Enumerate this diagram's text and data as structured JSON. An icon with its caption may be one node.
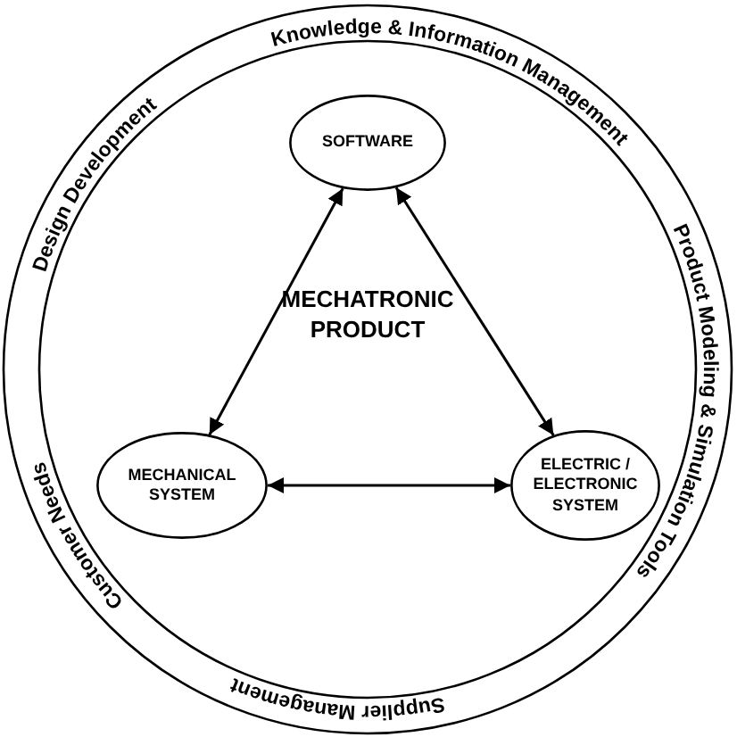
{
  "diagram": {
    "nodes": [
      {
        "text": [
          "Design Development",
          "Knowledge & Information Management",
          "Product Modeling & Simulation Tools",
          "Customer Needs",
          "Supplier Management"
        ]
      },
      {
        "text": [
          "SOFTWARE"
        ],
        "in": 0
      },
      {
        "text": [
          "MECHANICAL SYSTEM"
        ],
        "in": 0
      },
      {
        "text": [
          "ELECTRIC / ELECTRONIC SYSTEM"
        ],
        "in": 0
      }
    ],
    "edges": [
      {
        "from": 1,
        "to": 2,
        "arrow": "both"
      },
      {
        "from": 1,
        "to": 3,
        "arrow": "both"
      },
      {
        "from": 2,
        "to": 3,
        "arrow": "both"
      }
    ],
    "labels": [
      "MECHATRONIC PRODUCT"
    ]
  }
}
